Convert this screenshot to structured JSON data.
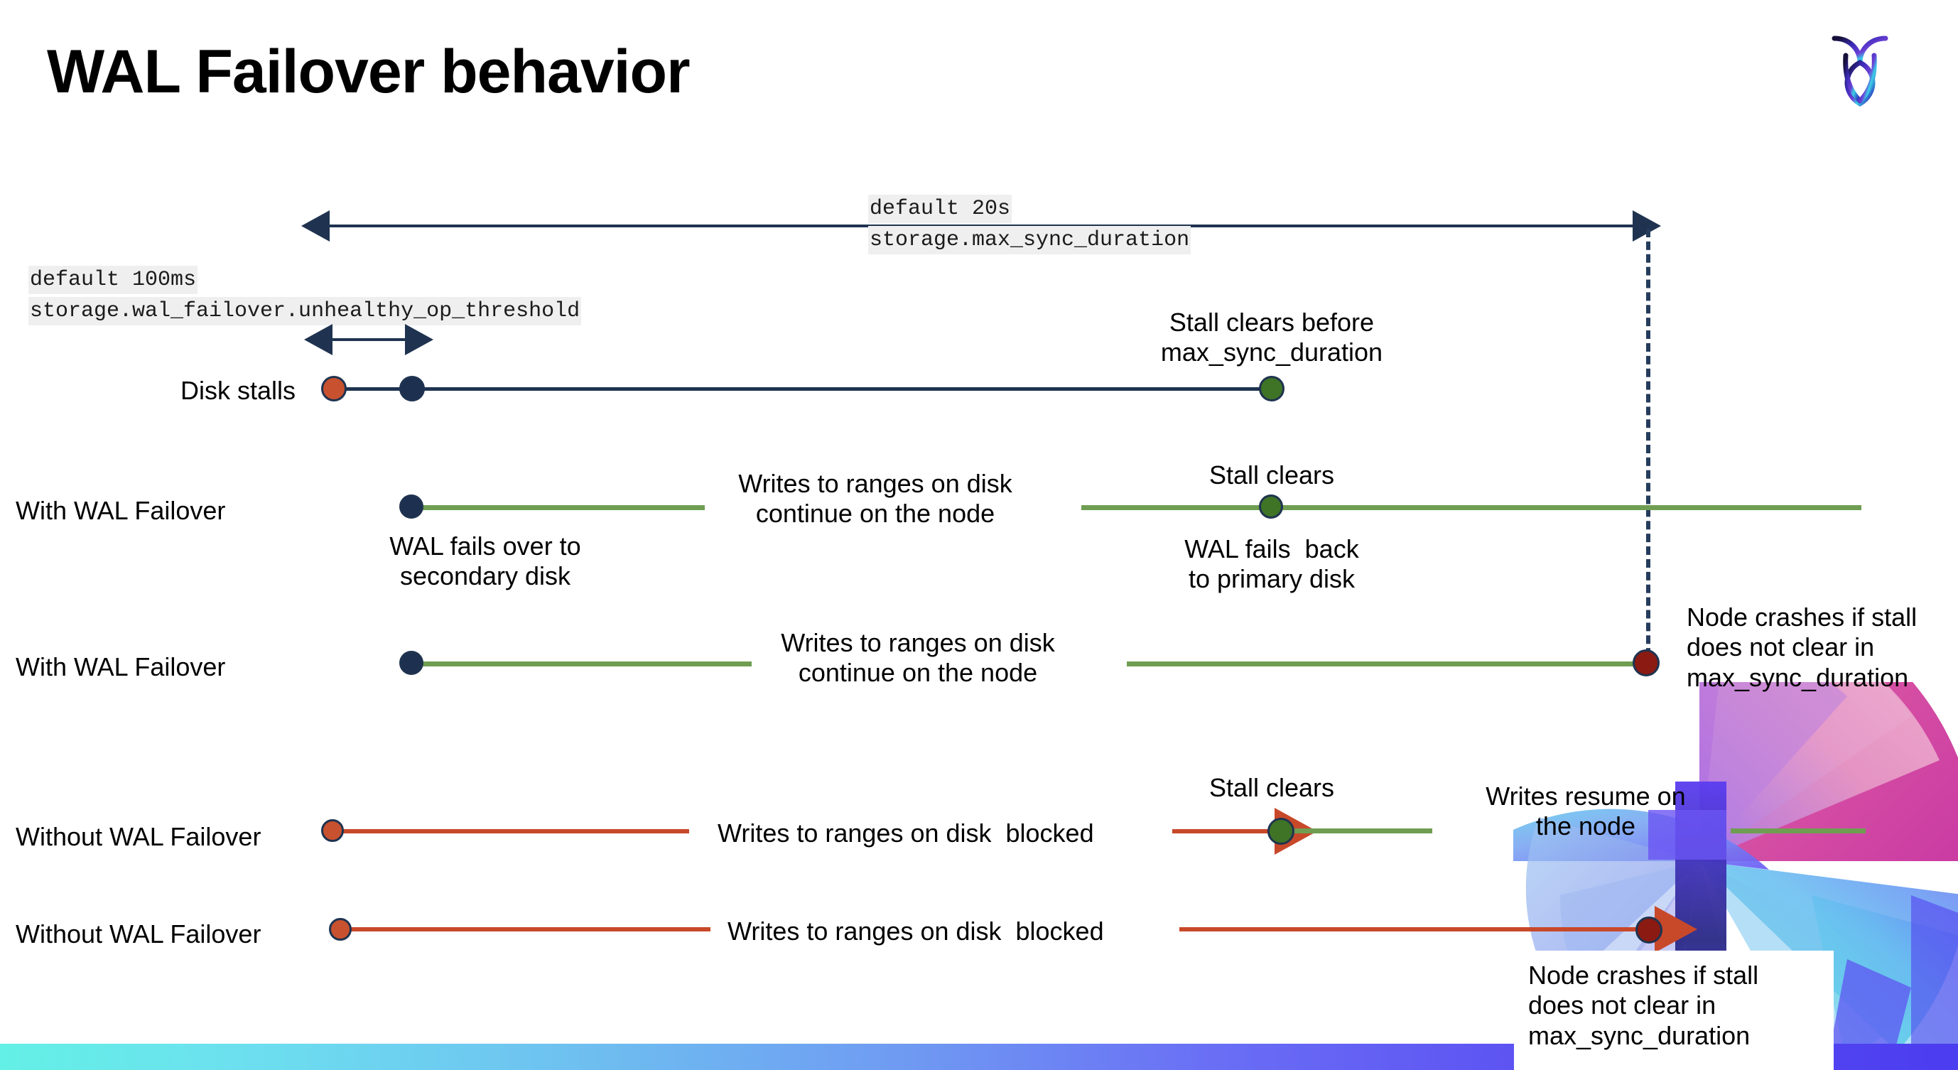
{
  "slide": {
    "title": "WAL Failover behavior",
    "logo_name": "cockroachdb-logo"
  },
  "annotations": {
    "max_sync": {
      "line1": "default 20s",
      "line2": "storage.max_sync_duration"
    },
    "unhealthy_op": {
      "line1": "default 100ms",
      "line2": "storage.wal_failover.unhealthy_op_threshold"
    }
  },
  "rows": [
    {
      "label": "Disk stalls",
      "note_top": "Stall clears before\nmax_sync_duration"
    },
    {
      "label": "With WAL Failover",
      "note_below_start": "WAL fails over to\nsecondary disk",
      "note_mid": "Writes to ranges on disk\ncontinue on the node",
      "note_stall": "Stall clears",
      "note_failback": "WAL fails  back\nto primary disk"
    },
    {
      "label": "With WAL Failover",
      "note_mid": "Writes to ranges on disk\ncontinue on the node",
      "note_crash": "Node crashes if stall\ndoes not clear in\nmax_sync_duration"
    },
    {
      "label": "Without WAL Failover",
      "note_mid": "Writes to ranges on disk  blocked",
      "note_stall": "Stall clears",
      "note_resume": "Writes resume on\nthe node"
    },
    {
      "label": "Without WAL Failover",
      "note_mid": "Writes to ranges on disk  blocked",
      "note_crash": "Node crashes if stall\ndoes not clear in\nmax_sync_duration"
    }
  ],
  "colors": {
    "navy": "#1f3350",
    "green_line": "#6f9e52",
    "orange_line": "#c8482a",
    "dot_orange": "#c8512f",
    "dot_green": "#3f7326",
    "dot_darkred": "#8a1a12",
    "chip_bg": "#efefef",
    "bottom_bar_start": "#63f0e6",
    "bottom_bar_end": "#4b3df0"
  }
}
